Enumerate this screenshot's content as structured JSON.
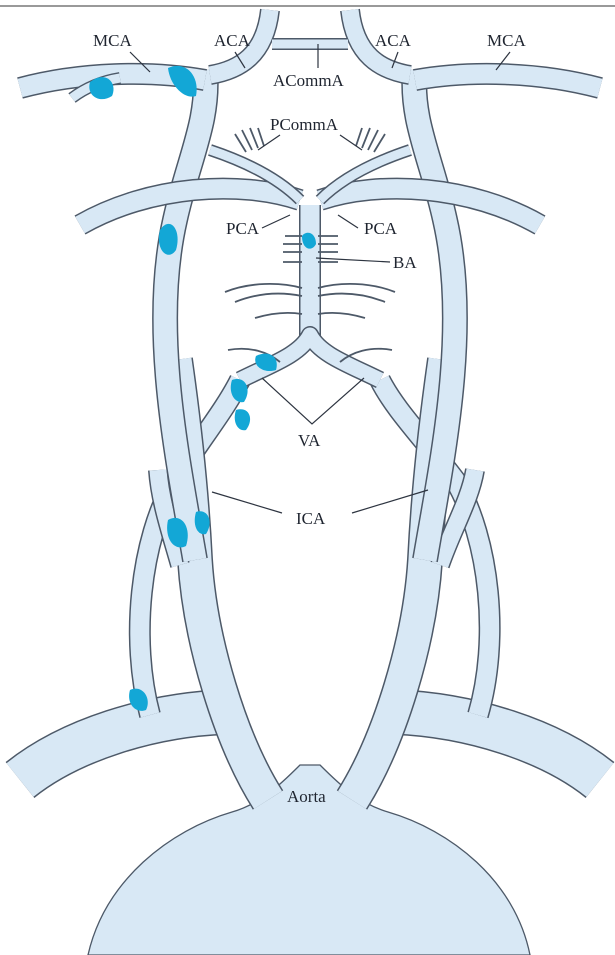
{
  "labels": {
    "mca_left": "MCA",
    "aca_left": "ACA",
    "aca_right": "ACA",
    "mca_right": "MCA",
    "acomma": "ACommA",
    "pcomma": "PCommA",
    "pca_left": "PCA",
    "pca_right": "PCA",
    "ba": "BA",
    "va": "VA",
    "ica": "ICA",
    "aorta": "Aorta"
  },
  "colors": {
    "vessel_fill": "#d8e8f5",
    "vessel_outline": "#4d5968",
    "plaque": "#13a7d6",
    "label_text": "#1f2530"
  }
}
